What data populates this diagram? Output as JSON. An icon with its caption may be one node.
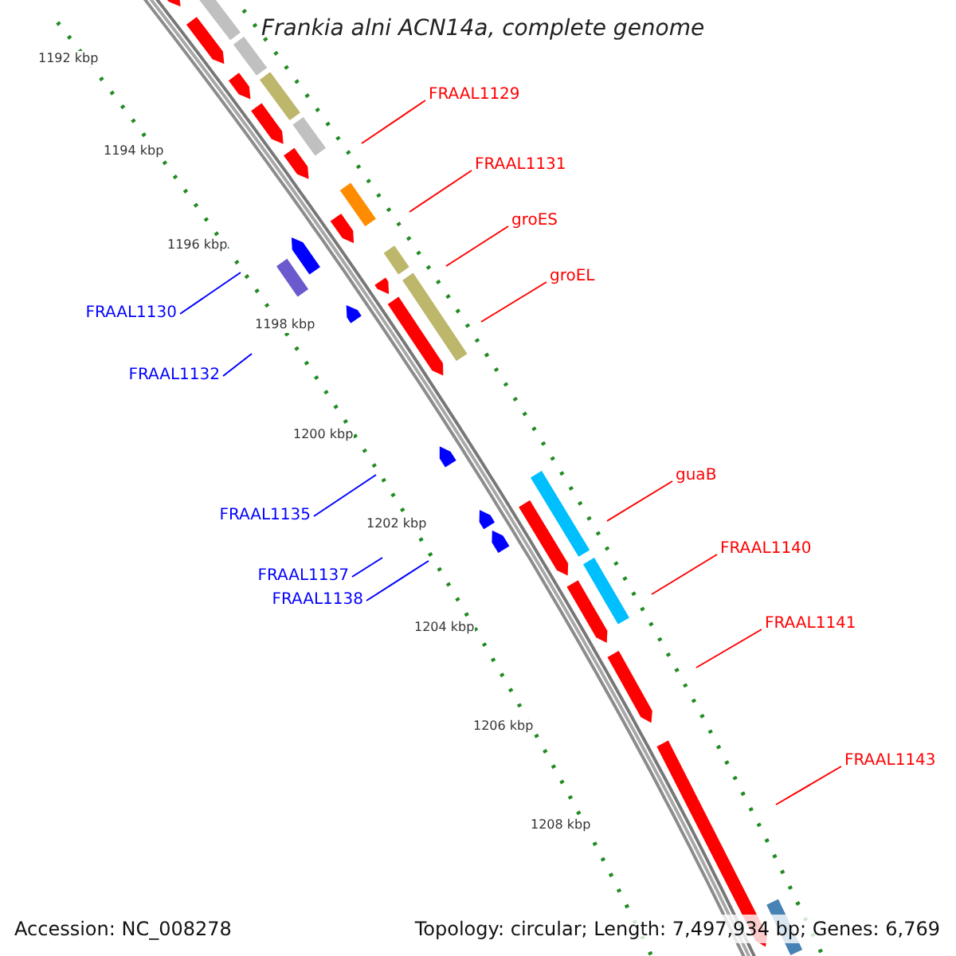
{
  "diagram": {
    "title": "Frankia alni ACN14a, complete genome",
    "nodes": [
      {
        "text": [
          "FRAAL1129"
        ]
      },
      {
        "text": [
          "FRAAL1131"
        ]
      },
      {
        "text": [
          "groES"
        ]
      },
      {
        "text": [
          "groEL"
        ]
      },
      {
        "text": [
          "FRAAL1130"
        ]
      },
      {
        "text": [
          "FRAAL1132"
        ]
      },
      {
        "text": [
          "FRAAL1135"
        ]
      },
      {
        "text": [
          "FRAAL1137"
        ]
      },
      {
        "text": [
          "FRAAL1138"
        ]
      },
      {
        "text": [
          "guaB"
        ]
      },
      {
        "text": [
          "FRAAL1140"
        ]
      },
      {
        "text": [
          "FRAAL1141"
        ]
      },
      {
        "text": [
          "FRAAL1143"
        ]
      }
    ],
    "edges": [
      {
        "from": 0,
        "to": null,
        "arrow": "none"
      },
      {
        "from": 1,
        "to": null,
        "arrow": "none"
      },
      {
        "from": 2,
        "to": null,
        "arrow": "none"
      },
      {
        "from": 3,
        "to": null,
        "arrow": "none"
      },
      {
        "from": 4,
        "to": null,
        "arrow": "none",
        "color": "#0000ff"
      },
      {
        "from": 5,
        "to": null,
        "arrow": "none",
        "color": "#0000ff"
      },
      {
        "from": 6,
        "to": null,
        "arrow": "none",
        "color": "#0000ff"
      },
      {
        "from": 7,
        "to": null,
        "arrow": "none",
        "color": "#0000ff"
      },
      {
        "from": 8,
        "to": null,
        "arrow": "none",
        "color": "#0000ff"
      },
      {
        "from": 9,
        "to": null,
        "arrow": "none"
      },
      {
        "from": 10,
        "to": null,
        "arrow": "none"
      },
      {
        "from": 11,
        "to": null,
        "arrow": "none"
      },
      {
        "from": 12,
        "to": null,
        "arrow": "none"
      }
    ],
    "labels": [
      "1192 kbp",
      "1194 kbp",
      "1196 kbp",
      "1198 kbp",
      "1200 kbp",
      "1202 kbp",
      "1204 kbp",
      "1206 kbp",
      "1208 kbp",
      "Accession: NC_008278",
      "Topology: circular; Length: 7,497,934 bp; Genes: 6,769"
    ]
  }
}
